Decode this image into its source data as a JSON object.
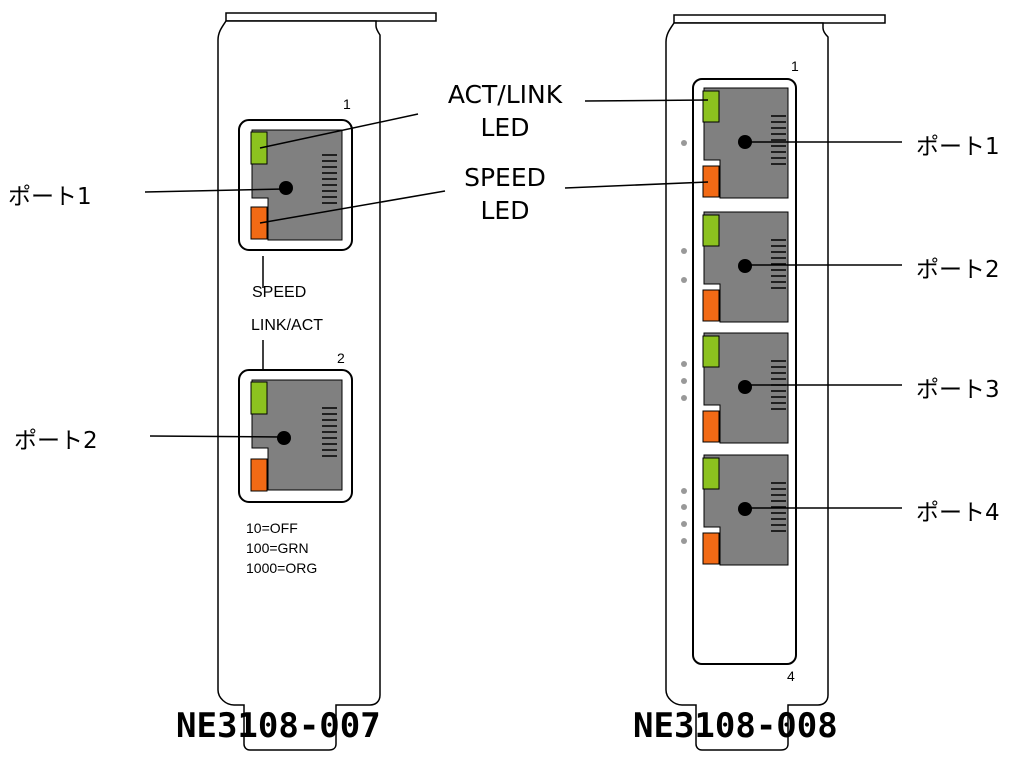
{
  "left_card": {
    "model": "NE3108-007",
    "ports": [
      {
        "number": "1",
        "label": "ポート1"
      },
      {
        "number": "2",
        "label": "ポート2"
      }
    ],
    "speed_label": "SPEED",
    "linkact_label": "LINK/ACT",
    "legend": [
      "10=OFF",
      "100=GRN",
      "1000=ORG"
    ]
  },
  "right_card": {
    "model": "NE3108-008",
    "top_port_number": "1",
    "bottom_port_number": "4",
    "ports": [
      {
        "label": "ポート1"
      },
      {
        "label": "ポート2"
      },
      {
        "label": "ポート3"
      },
      {
        "label": "ポート4"
      }
    ]
  },
  "callouts": {
    "act_link": [
      "ACT/LINK",
      "LED"
    ],
    "speed": [
      "SPEED",
      "LED"
    ]
  },
  "colors": {
    "link_led": "#8cc21f",
    "speed_led": "#f26a15",
    "jack_body": "#808080",
    "bracket_stroke": "#000000"
  }
}
